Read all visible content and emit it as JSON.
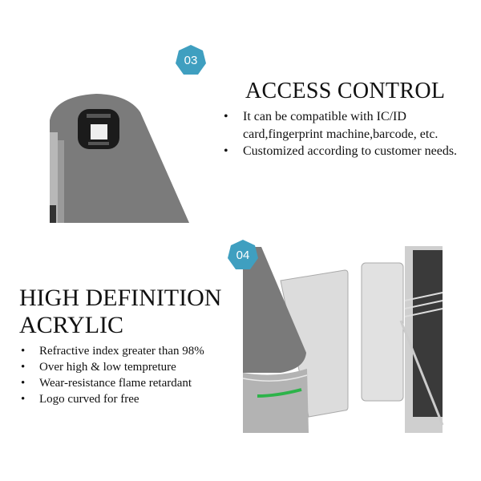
{
  "access_control": {
    "badge": "03",
    "title": "ACCESS CONTROL",
    "bullets": [
      "It can be compatible with IC/ID card,fingerprint machine,barcode, etc.",
      "Customized according to customer needs."
    ]
  },
  "acrylic": {
    "badge": "04",
    "title": "HIGH DEFINITION ACRYLIC",
    "bullets": [
      "Refractive index greater than 98%",
      "Over high & low tempreture",
      "Wear-resistance flame retardant",
      "Logo curved for free"
    ]
  },
  "colors": {
    "badge": "#3f9fc0",
    "indicator": "#2db34a",
    "body": "#7d7d7d"
  }
}
